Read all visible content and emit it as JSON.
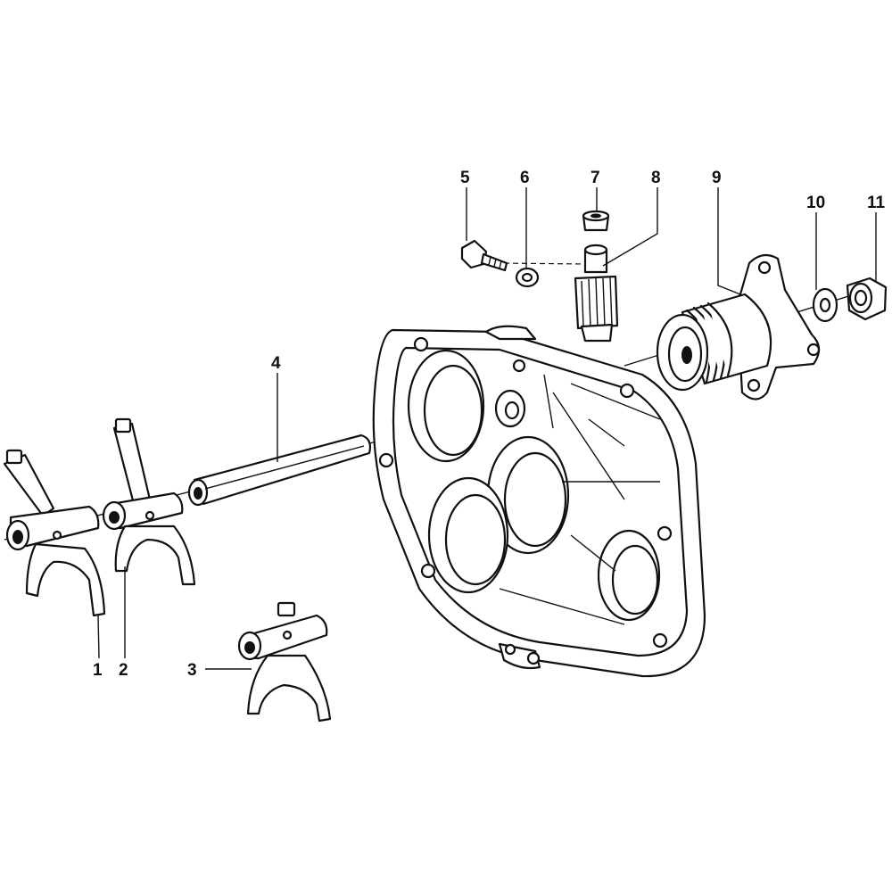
{
  "callouts": [
    {
      "id": "1",
      "text": "1"
    },
    {
      "id": "2",
      "text": "2"
    },
    {
      "id": "3",
      "text": "3"
    },
    {
      "id": "4",
      "text": "4"
    },
    {
      "id": "5",
      "text": "5"
    },
    {
      "id": "6",
      "text": "6"
    },
    {
      "id": "7",
      "text": "7"
    },
    {
      "id": "8",
      "text": "8"
    },
    {
      "id": "9",
      "text": "9"
    },
    {
      "id": "10",
      "text": "10"
    },
    {
      "id": "11",
      "text": "11"
    }
  ],
  "colors": {
    "ink": "#111111",
    "paper": "#ffffff"
  }
}
